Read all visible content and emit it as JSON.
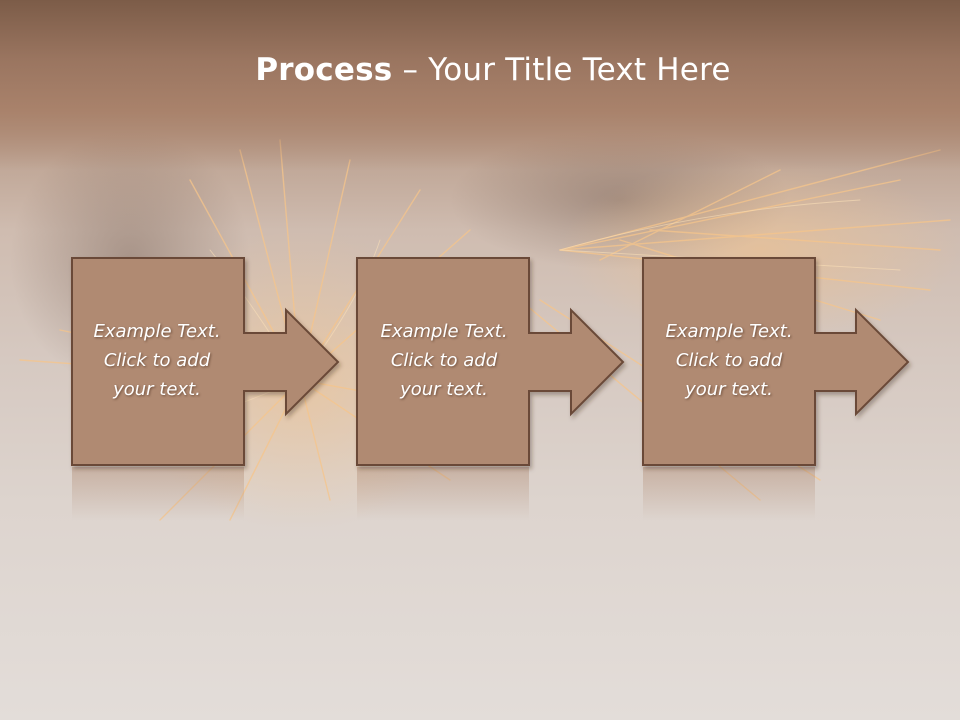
{
  "slide": {
    "title_bold": "Process",
    "title_rest": " – Your Title Text Here"
  },
  "colors": {
    "box_fill": "#b08a72",
    "box_stroke": "#6b4a38",
    "title_text": "#ffffff",
    "step_text": "#ffffff"
  },
  "steps": [
    {
      "line1": "Example Text.",
      "line2": "Click  to add",
      "line3": "your text."
    },
    {
      "line1": "Example Text.",
      "line2": "Click  to add",
      "line3": "your text."
    },
    {
      "line1": "Example Text.",
      "line2": "Click  to add",
      "line3": "your text."
    }
  ]
}
